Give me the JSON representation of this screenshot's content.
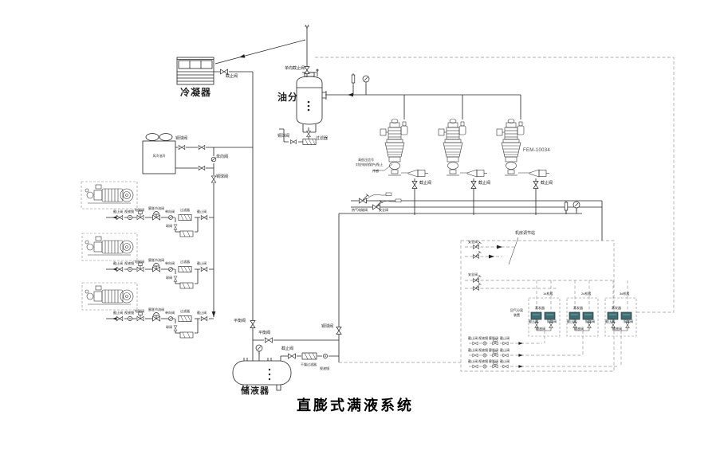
{
  "labels": {
    "title": "直膨式满液系统",
    "condenser": "冷凝器",
    "oil_separator": "油分",
    "receiver": "储液器",
    "fan_cooler": "风冷油冷",
    "evaporator": "蒸发器",
    "suction_device_1": "回气分离",
    "suction_device_2": "装置",
    "station": "机房调节站",
    "fem_tag": "FEM-10034",
    "unit1": "1#机组",
    "unit2": "2#机组",
    "unit3": "3#机组",
    "signal_line1": "高低压信号",
    "signal_line2": "对应电机保护(线)上",
    "sensor": "传感"
  },
  "valves": {
    "stop": "截止阀",
    "check_stop": "单向截止阀",
    "copper_ball": "铜球阀",
    "ball": "球阀",
    "balance": "平衡阀",
    "solenoid": "电磁阀",
    "sight_glass": "视液镜",
    "expansion": "膨胀节流阀",
    "exp_short": "膨胀阀",
    "check": "单向阀",
    "filter": "过滤器",
    "drier": "干燥过滤器",
    "safety": "安全阀",
    "hot_gas": "热气电磁阀",
    "drain": "排液阀"
  },
  "colors": {
    "line": "#222222",
    "dash": "#999999",
    "evaporator_fill": "#3d6d72"
  }
}
